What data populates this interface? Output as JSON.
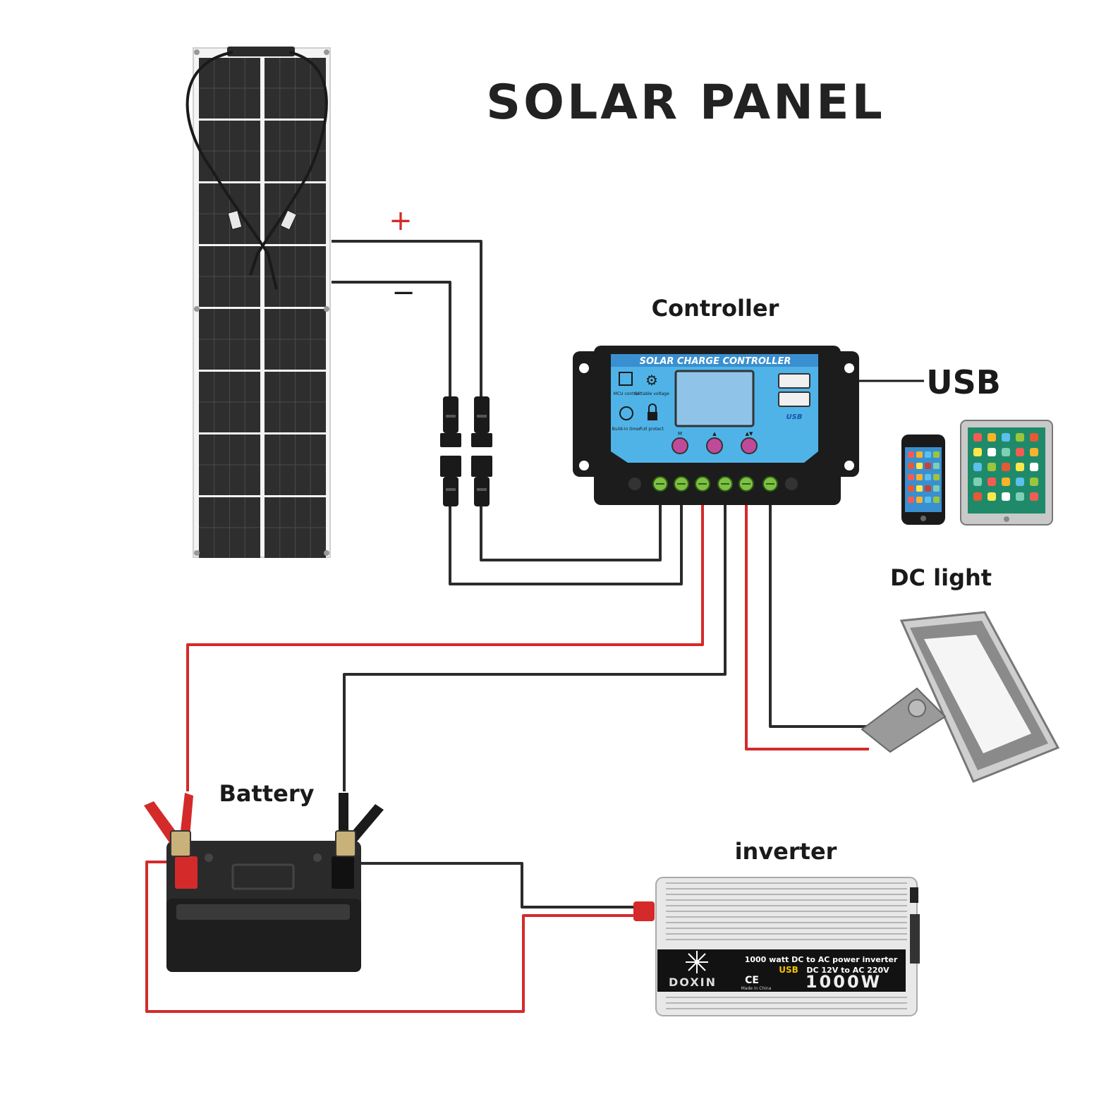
{
  "title": "SOLAR PANEL",
  "labels": {
    "controller": "Controller",
    "usb": "USB",
    "dc_light": "DC light",
    "battery": "Battery",
    "inverter": "inverter",
    "plus": "+",
    "minus": "−"
  },
  "controller_panel": {
    "header": "SOLAR CHARGE CONTROLLER",
    "left_icons": [
      "MCU control",
      "Settable voltage",
      "Build-in timer",
      "Full protect"
    ],
    "usb_badge": "USB",
    "buttons": [
      "M",
      "▲",
      "▲▼"
    ]
  },
  "inverter_panel": {
    "line1": "1000 watt DC to AC power inverter",
    "line2_prefix": "USB",
    "line2": "DC 12V to AC 220V",
    "brand": "DOXIN",
    "ce": "CE",
    "made_in": "Made in China",
    "rating": "1000W"
  },
  "colors": {
    "wire_black": "#2b2b2b",
    "wire_red": "#d42a2a",
    "title": "#222222",
    "controller_body": "#1c1c1c",
    "controller_face": "#4fb3e8",
    "controller_header": "#3a8fd0",
    "lcd": "#8fc4e8",
    "terminal": "#7ec043",
    "inverter_body": "#e8e8e8",
    "battery_body": "#2a2a2a",
    "clamp_red": "#d42a2a",
    "clamp_black": "#1a1a1a",
    "panel_cell": "#2e2e2e"
  },
  "icons": [
    "solar-panel-icon",
    "mc4-connector-icon",
    "phone-icon",
    "tablet-icon",
    "floodlight-icon",
    "battery-icon",
    "alligator-clamp-icon",
    "inverter-icon"
  ]
}
